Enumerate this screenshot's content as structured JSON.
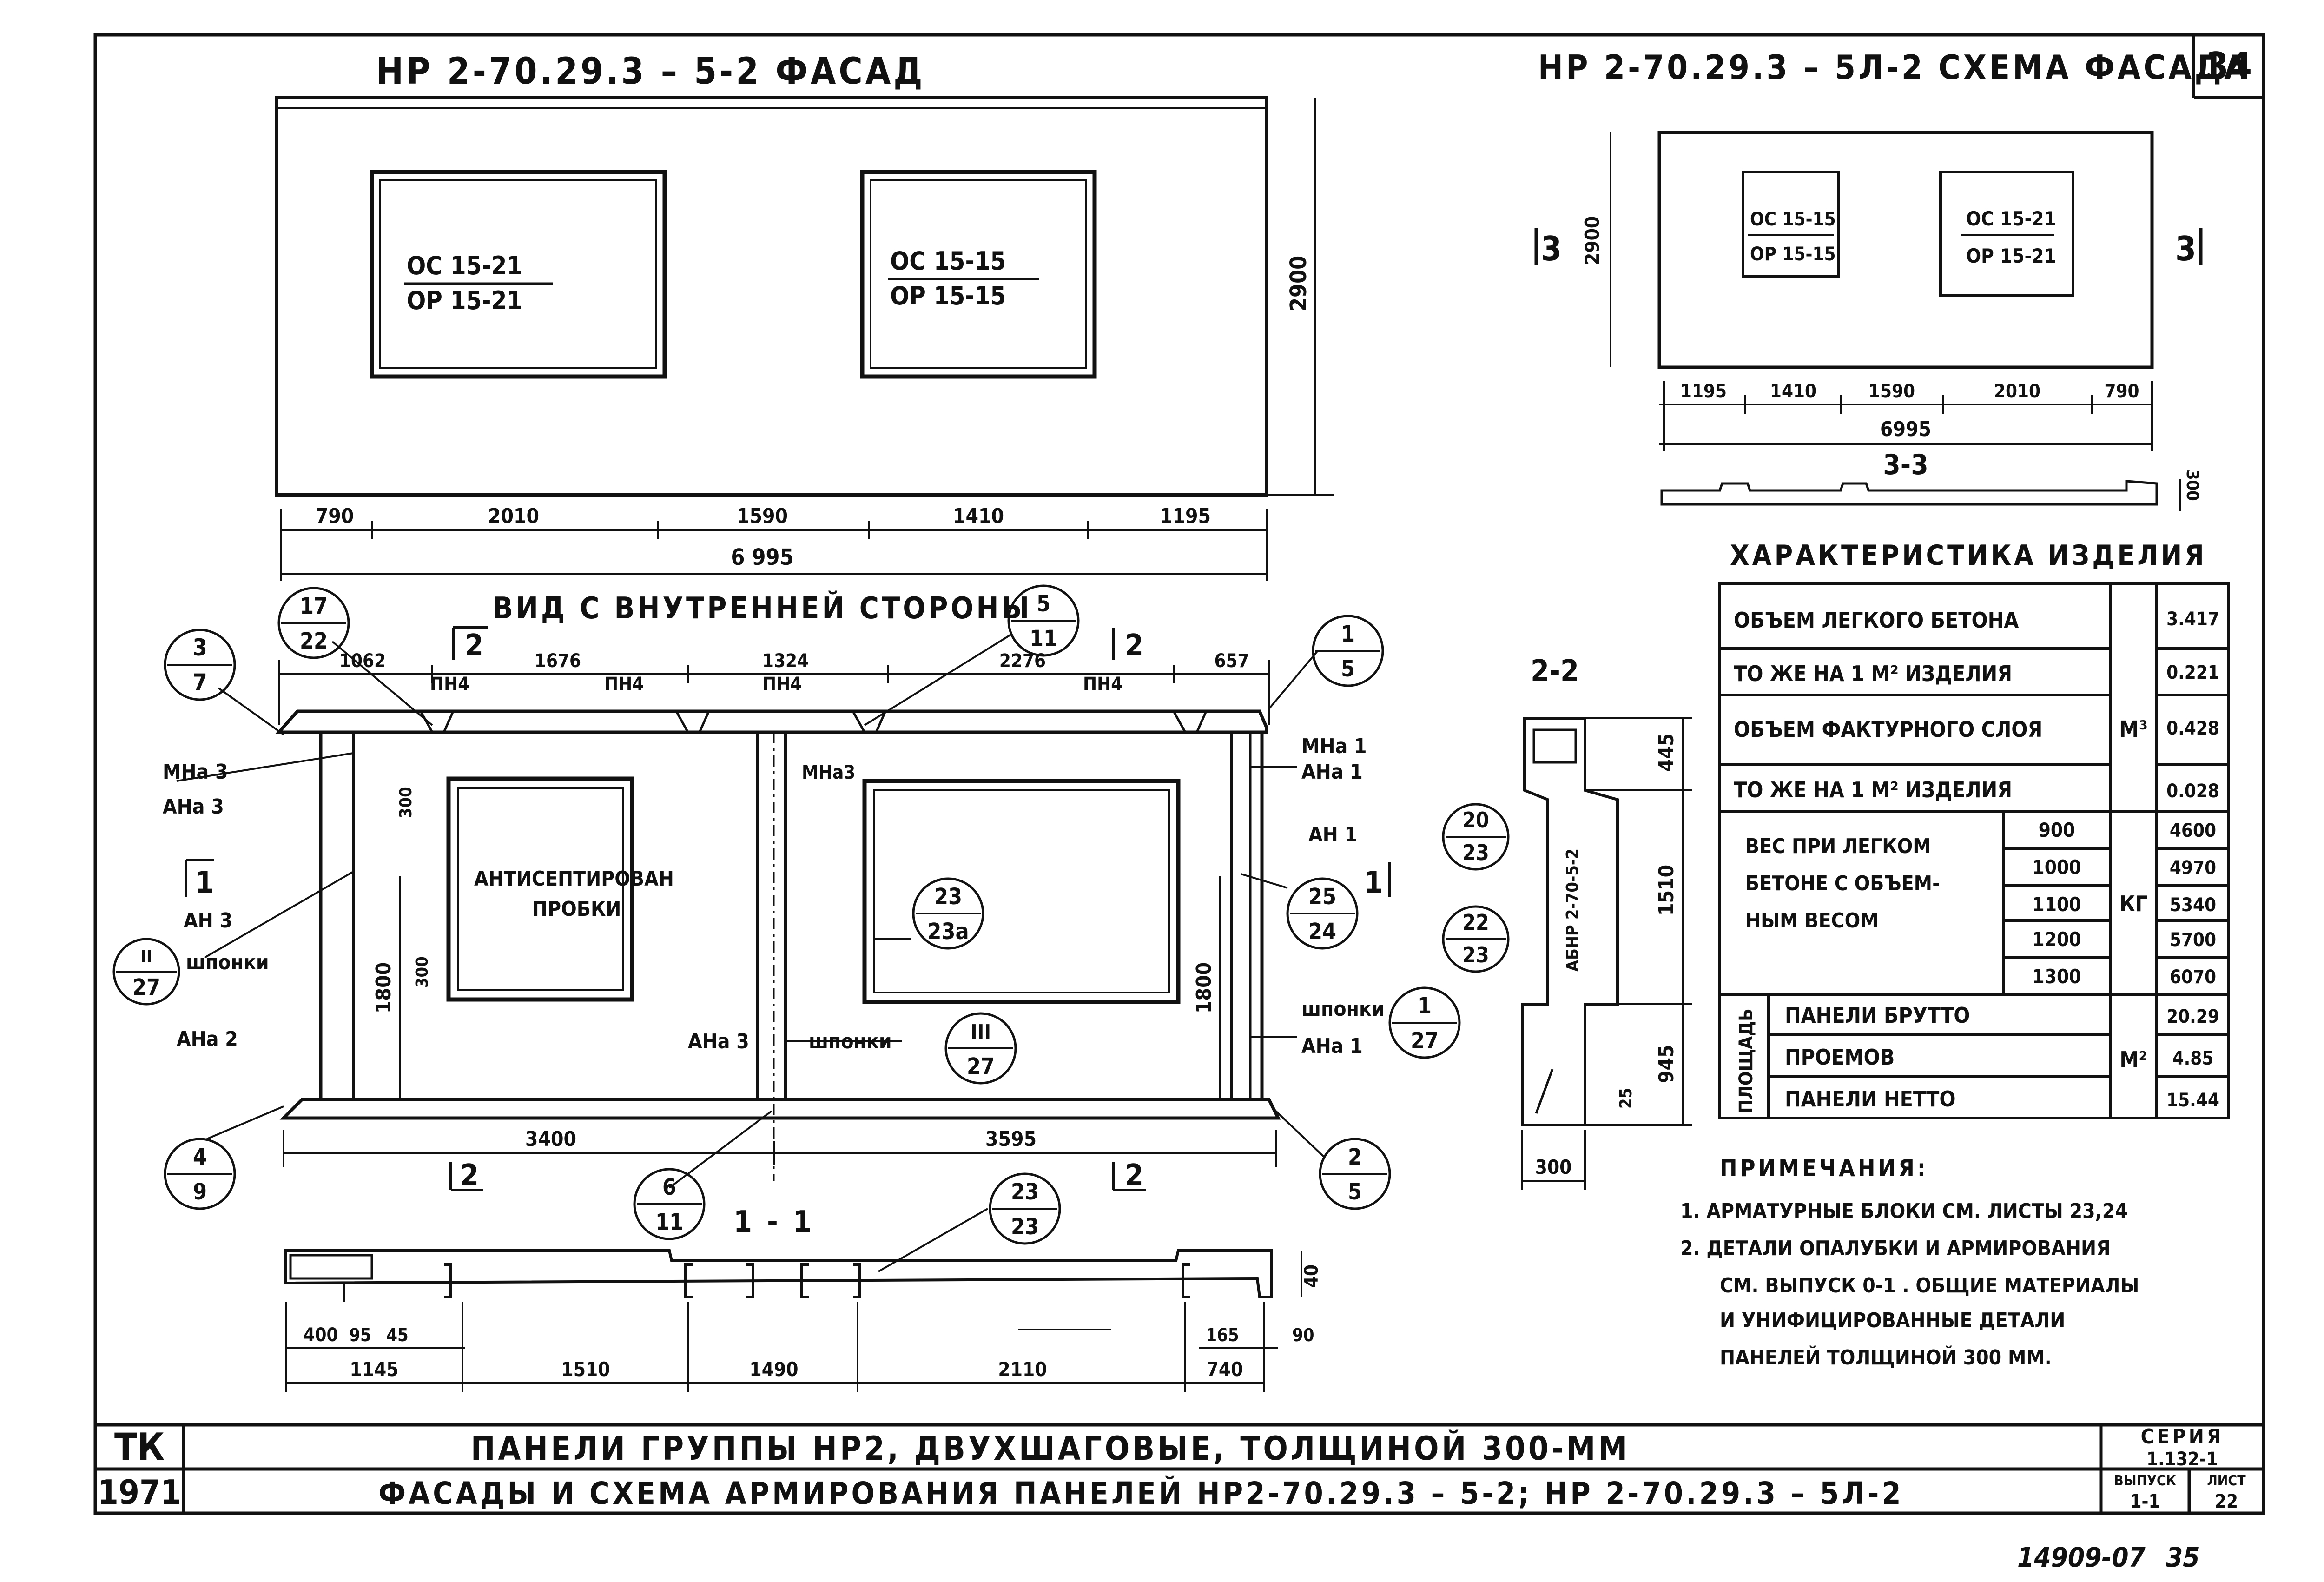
{
  "sheet": {
    "page_no": "34",
    "handwritten_footer": "14909-07",
    "handwritten_page": "35"
  },
  "facade": {
    "title": "НР 2-70.29.3 – 5-2  ФАСАД",
    "window_left": [
      "ОС 15-21",
      "ОР 15-21"
    ],
    "window_right": [
      "ОС 15-15",
      "ОР 15-15"
    ],
    "height_dim": "2900",
    "dims": [
      "790",
      "2010",
      "1590",
      "1410",
      "1195"
    ],
    "total": "6 995"
  },
  "scheme": {
    "title": "НР 2-70.29.3 – 5Л-2 СХЕМА ФАСАДА",
    "height_dim": "2900",
    "window_left": [
      "ОС 15-15",
      "ОР 15-15"
    ],
    "window_right": [
      "ОС 15-21",
      "ОР 15-21"
    ],
    "dims": [
      "1195",
      "1410",
      "1590",
      "2010",
      "790"
    ],
    "total": "6995",
    "section_label": "3-3",
    "section_mark": "3",
    "thickness": "300"
  },
  "inner_view": {
    "title": "ВИД С ВНУТРЕННЕЙ СТОРОНЫ",
    "top_dims": [
      "1062",
      "1676",
      "1324",
      "2276",
      "657"
    ],
    "pn_labels": [
      "ПН4",
      "ПН4",
      "ПН4",
      "ПН4"
    ],
    "section_mark_2": "2",
    "section_mark_1": "1",
    "bottom_dims": [
      "3400",
      "3595"
    ],
    "height_dims": [
      "1800",
      "1800"
    ],
    "small_dims": [
      "300",
      "300"
    ],
    "labels": {
      "mna3": "МНа 3",
      "ana3": "АНа 3",
      "an3": "АН 3",
      "shponki_left": "шпонки",
      "ana2": "АНа 2",
      "mna3_mid": "МНа3",
      "ana3_mid": "АНа 3",
      "shponki_mid": "шпонки",
      "mna1": "МНа 1",
      "ana1": "АНа 1",
      "an1": "АН 1",
      "shponki_right": "шпонки",
      "ana1_low": "АНа 1",
      "antiseptic": "АНТИСЕПТИРОВАН",
      "plugs": "ПРОБКИ"
    },
    "callouts": [
      {
        "top": "3",
        "bottom": "7"
      },
      {
        "top": "17",
        "bottom": "22"
      },
      {
        "top": "5",
        "bottom": "11"
      },
      {
        "top": "1",
        "bottom": "5"
      },
      {
        "top": "25",
        "bottom": "24"
      },
      {
        "top": "1",
        "bottom": "27"
      },
      {
        "top": "23",
        "bottom": "23а"
      },
      {
        "top": "III",
        "bottom": "27"
      },
      {
        "top": "II",
        "bottom": "27"
      },
      {
        "top": "4",
        "bottom": "9"
      },
      {
        "top": "6",
        "bottom": "11"
      },
      {
        "top": "2",
        "bottom": "5"
      },
      {
        "top": "23",
        "bottom": "23"
      },
      {
        "top": "20",
        "bottom": "23"
      },
      {
        "top": "22",
        "bottom": "23"
      }
    ]
  },
  "section_11": {
    "title": "1 - 1",
    "dims_top": [
      "400",
      "95",
      "45"
    ],
    "dims_right": [
      "165",
      "90"
    ],
    "dims_bottom": [
      "1145",
      "1510",
      "1490",
      "2110",
      "740"
    ],
    "side": "40"
  },
  "section_22": {
    "title": "2-2",
    "dims": [
      "445",
      "1510",
      "945"
    ],
    "bottom": "300",
    "small": "25",
    "block": "АБНР 2-70-5-2"
  },
  "characteristics": {
    "title": "ХАРАКТЕРИСТИКА ИЗДЕЛИЯ",
    "rows": [
      {
        "label": "ОБЪЕМ ЛЕГКОГО БЕТОНА",
        "value": "3.417"
      },
      {
        "label": "ТО ЖЕ НА 1 М² ИЗДЕЛИЯ",
        "value": "0.221"
      },
      {
        "label": "ОБЪЕМ ФАКТУРНОГО СЛОЯ",
        "value": "0.428"
      },
      {
        "label": "ТО ЖЕ НА 1 М² ИЗДЕЛИЯ",
        "value": "0.028"
      }
    ],
    "unit_volume": "М³",
    "weight_label": [
      "ВЕС ПРИ ЛЕГКОМ",
      "БЕТОНЕ С ОБЪЕМ-",
      "НЫМ ВЕСОМ"
    ],
    "weights": [
      {
        "density": "900",
        "value": "4600"
      },
      {
        "density": "1000",
        "value": "4970"
      },
      {
        "density": "1100",
        "value": "5340"
      },
      {
        "density": "1200",
        "value": "5700"
      },
      {
        "density": "1300",
        "value": "6070"
      }
    ],
    "unit_weight": "КГ",
    "area_label": "ПЛОЩАДЬ",
    "areas": [
      {
        "label": "ПАНЕЛИ БРУТТО",
        "value": "20.29"
      },
      {
        "label": "ПРОЕМОВ",
        "value": "4.85"
      },
      {
        "label": "ПАНЕЛИ НЕТТО",
        "value": "15.44"
      }
    ],
    "unit_area": "М²"
  },
  "notes": {
    "title": "ПРИМЕЧАНИЯ:",
    "items": [
      "1. АРМАТУРНЫЕ БЛОКИ СМ. ЛИСТЫ 23,24",
      "2. ДЕТАЛИ ОПАЛУБКИ И АРМИРОВАНИЯ",
      "СМ. ВЫПУСК 0-1 . ОБЩИЕ МАТЕРИАЛЫ",
      "И УНИФИЦИРОВАННЫЕ ДЕТАЛИ",
      "ПАНЕЛЕЙ ТОЛЩИНОЙ 300 ММ."
    ]
  },
  "title_block": {
    "org": "ТК",
    "year": "1971",
    "line1": "ПАНЕЛИ ГРУППЫ НР2, ДВУХШАГОВЫЕ, ТОЛЩИНОЙ 300-ММ",
    "line2": "ФАСАДЫ И СХЕМА АРМИРОВАНИЯ ПАНЕЛЕЙ НР2-70.29.3 – 5-2; НР 2-70.29.3 – 5Л-2",
    "series_label": "СЕРИЯ",
    "series": "1.132-1",
    "issue_label": "ВЫПУСК",
    "issue": "1-1",
    "sheet_label": "ЛИСТ",
    "sheet": "22"
  }
}
